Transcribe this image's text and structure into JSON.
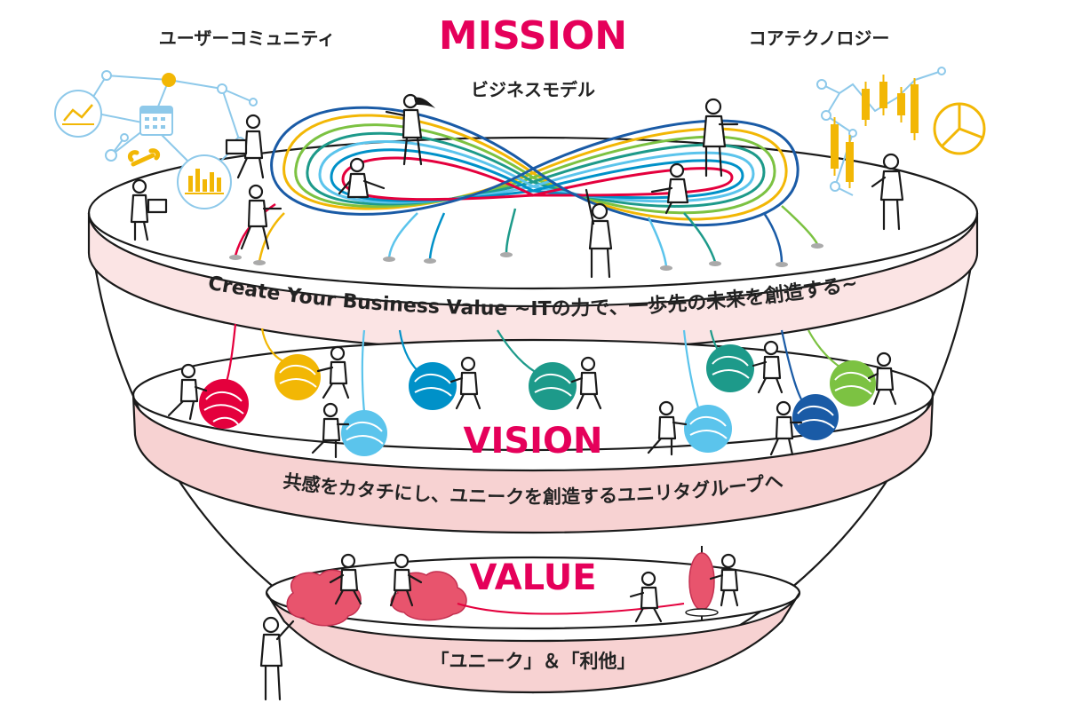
{
  "headings": {
    "mission": "MISSION",
    "vision": "VISION",
    "value": "VALUE"
  },
  "labels": {
    "user_community": "ユーザーコミュニティ",
    "core_technology": "コアテクノロジー",
    "business_model": "ビジネスモデル"
  },
  "bands": {
    "mission_statement": "Create Your Business Value ~ITの力で、一歩先の未来を創造する~",
    "vision_statement": "共感をカタチにし、ユニークを創造するユニリタグループへ",
    "value_statement": "「ユニーク」＆「利他」"
  },
  "colors": {
    "accent": "#e5005a",
    "band_fill": "#f7d2d2",
    "band_top": "#fbe4e4",
    "yarn_red": "#e4003d",
    "yarn_yellow": "#f2b705",
    "yarn_light_blue": "#5bc4ec",
    "yarn_blue": "#0091c8",
    "yarn_teal": "#1d9a8a",
    "yarn_dark_blue": "#1a5ba6",
    "yarn_green": "#7cc242",
    "icon_blue": "#8ec9ea",
    "icon_yellow": "#f2b705",
    "value_pink": "#e8546d"
  },
  "icons": [
    "line-chart-icon",
    "calendar-icon",
    "wrench-icon",
    "bar-chart-icon",
    "pie-chart-icon",
    "candlestick-chart-icon"
  ]
}
